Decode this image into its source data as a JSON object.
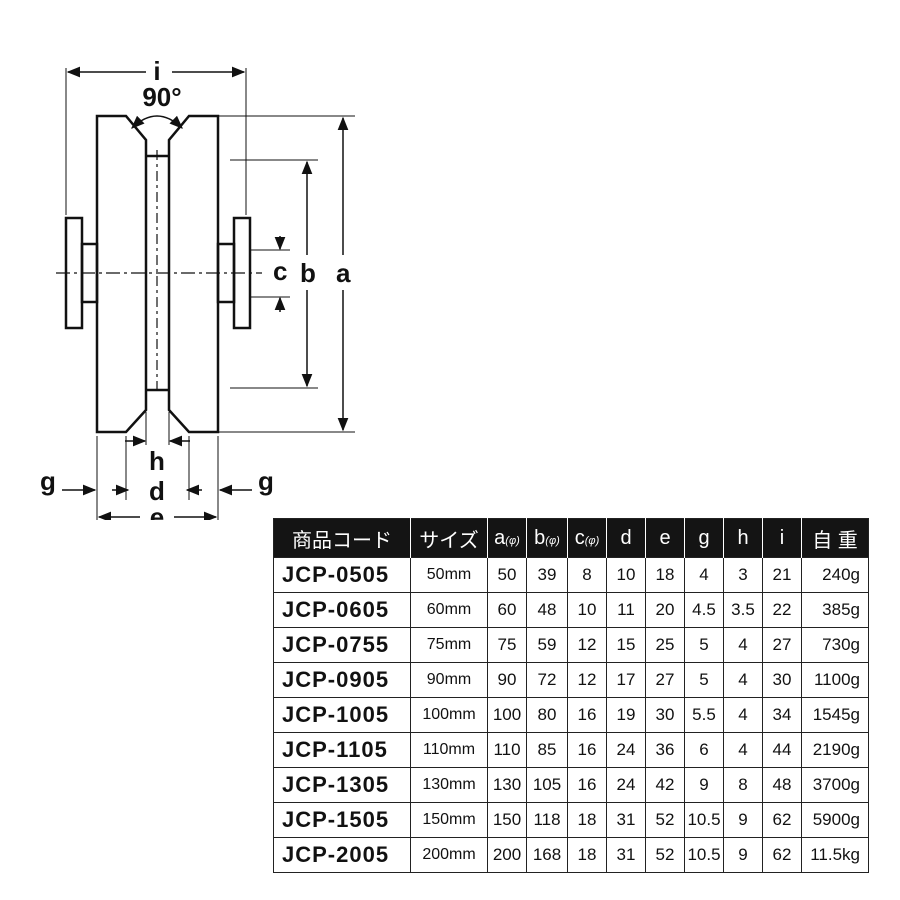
{
  "diagram": {
    "labels": {
      "a": "a",
      "b": "b",
      "c": "c",
      "d": "d",
      "e": "e",
      "g_left": "g",
      "g_right": "g",
      "h": "h",
      "i": "i",
      "angle": "90°"
    }
  },
  "table": {
    "headers": {
      "code": "商品コード",
      "size": "サイズ",
      "a": "a",
      "b": "b",
      "c": "c",
      "phi": "(φ)",
      "d": "d",
      "e": "e",
      "g": "g",
      "h": "h",
      "i": "i",
      "weight": "自 重"
    },
    "rows": [
      {
        "code": "JCP-0505",
        "size": "50mm",
        "a": "50",
        "b": "39",
        "c": "8",
        "d": "10",
        "e": "18",
        "g": "4",
        "h": "3",
        "i": "21",
        "weight": "240g"
      },
      {
        "code": "JCP-0605",
        "size": "60mm",
        "a": "60",
        "b": "48",
        "c": "10",
        "d": "11",
        "e": "20",
        "g": "4.5",
        "h": "3.5",
        "i": "22",
        "weight": "385g"
      },
      {
        "code": "JCP-0755",
        "size": "75mm",
        "a": "75",
        "b": "59",
        "c": "12",
        "d": "15",
        "e": "25",
        "g": "5",
        "h": "4",
        "i": "27",
        "weight": "730g"
      },
      {
        "code": "JCP-0905",
        "size": "90mm",
        "a": "90",
        "b": "72",
        "c": "12",
        "d": "17",
        "e": "27",
        "g": "5",
        "h": "4",
        "i": "30",
        "weight": "1100g"
      },
      {
        "code": "JCP-1005",
        "size": "100mm",
        "a": "100",
        "b": "80",
        "c": "16",
        "d": "19",
        "e": "30",
        "g": "5.5",
        "h": "4",
        "i": "34",
        "weight": "1545g"
      },
      {
        "code": "JCP-1105",
        "size": "110mm",
        "a": "110",
        "b": "85",
        "c": "16",
        "d": "24",
        "e": "36",
        "g": "6",
        "h": "4",
        "i": "44",
        "weight": "2190g"
      },
      {
        "code": "JCP-1305",
        "size": "130mm",
        "a": "130",
        "b": "105",
        "c": "16",
        "d": "24",
        "e": "42",
        "g": "9",
        "h": "8",
        "i": "48",
        "weight": "3700g"
      },
      {
        "code": "JCP-1505",
        "size": "150mm",
        "a": "150",
        "b": "118",
        "c": "18",
        "d": "31",
        "e": "52",
        "g": "10.5",
        "h": "9",
        "i": "62",
        "weight": "5900g"
      },
      {
        "code": "JCP-2005",
        "size": "200mm",
        "a": "200",
        "b": "168",
        "c": "18",
        "d": "31",
        "e": "52",
        "g": "10.5",
        "h": "9",
        "i": "62",
        "weight": "11.5kg"
      }
    ]
  }
}
